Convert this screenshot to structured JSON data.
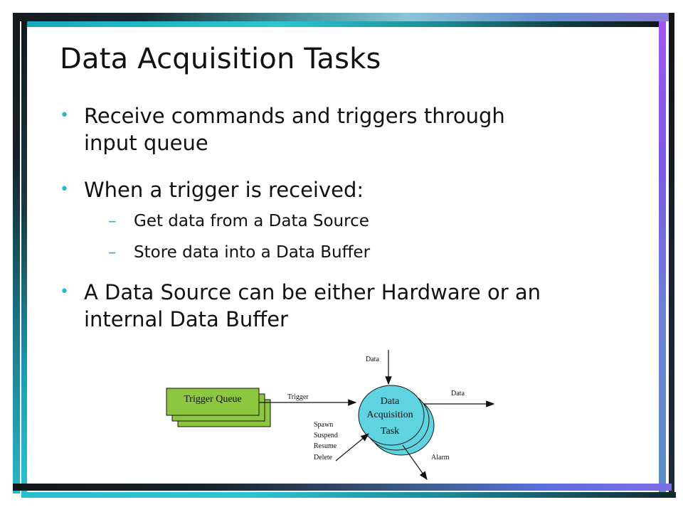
{
  "slide": {
    "title": "Data Acquisition Tasks",
    "bullets": [
      {
        "line1": "Receive commands and triggers through",
        "line2": "input queue"
      },
      {
        "line1": "When a trigger is received:"
      },
      {
        "line1": "A Data Source can be either Hardware or an",
        "line2": "internal Data Buffer"
      }
    ],
    "subbullets": [
      "Get data from a Data Source",
      "Store data into a Data Buffer"
    ],
    "bullet_marker": "•",
    "sub_marker": "–"
  },
  "diagram": {
    "queue_label": "Trigger Queue",
    "task_line1": "Data",
    "task_line2": "Acquisition",
    "task_line3": "Task",
    "arrow_trigger": "Trigger",
    "arrow_data_in": "Data",
    "arrow_data_out": "Data",
    "arrow_alarm": "Alarm",
    "control_1": "Spawn",
    "control_2": "Suspend",
    "control_3": "Resume",
    "control_4": "Delete",
    "colors": {
      "queue_fill": "#8dc63f",
      "task_fill": "#5fd3e0",
      "accent": "#2fb6c4"
    }
  }
}
